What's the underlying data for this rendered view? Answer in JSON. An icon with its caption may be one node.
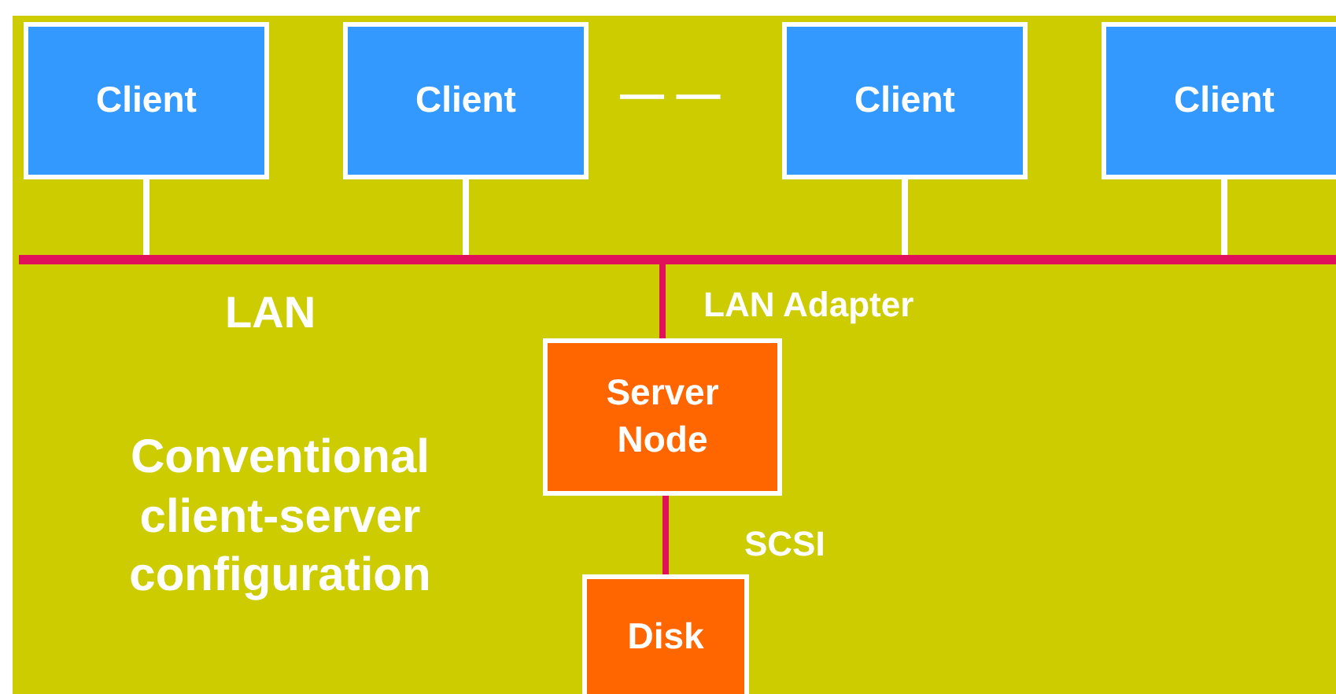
{
  "diagram": {
    "nodes": [
      {
        "text": [
          "Client"
        ]
      },
      {
        "text": [
          "Client"
        ]
      },
      {
        "text": [
          "Client"
        ]
      },
      {
        "text": [
          "Client"
        ]
      },
      {
        "text": [],
        "shape": "bar",
        "beside": [
          "LAN"
        ]
      },
      {
        "text": [
          "Server Node"
        ]
      },
      {
        "text": [
          "Disk"
        ]
      }
    ],
    "edges": [
      {
        "from": 0,
        "to": 4,
        "arrow": "none"
      },
      {
        "from": 1,
        "to": 4,
        "arrow": "none"
      },
      {
        "from": 2,
        "to": 4,
        "arrow": "none"
      },
      {
        "from": 3,
        "to": 4,
        "arrow": "none"
      },
      {
        "from": 4,
        "to": 5,
        "arrow": "none",
        "label": "LAN Adapter",
        "color": "#e0105a"
      },
      {
        "from": 5,
        "to": 6,
        "arrow": "none",
        "label": "SCSI",
        "color": "#e0105a"
      }
    ],
    "labels": [
      "— —",
      "Conventional client-server configuration"
    ]
  }
}
